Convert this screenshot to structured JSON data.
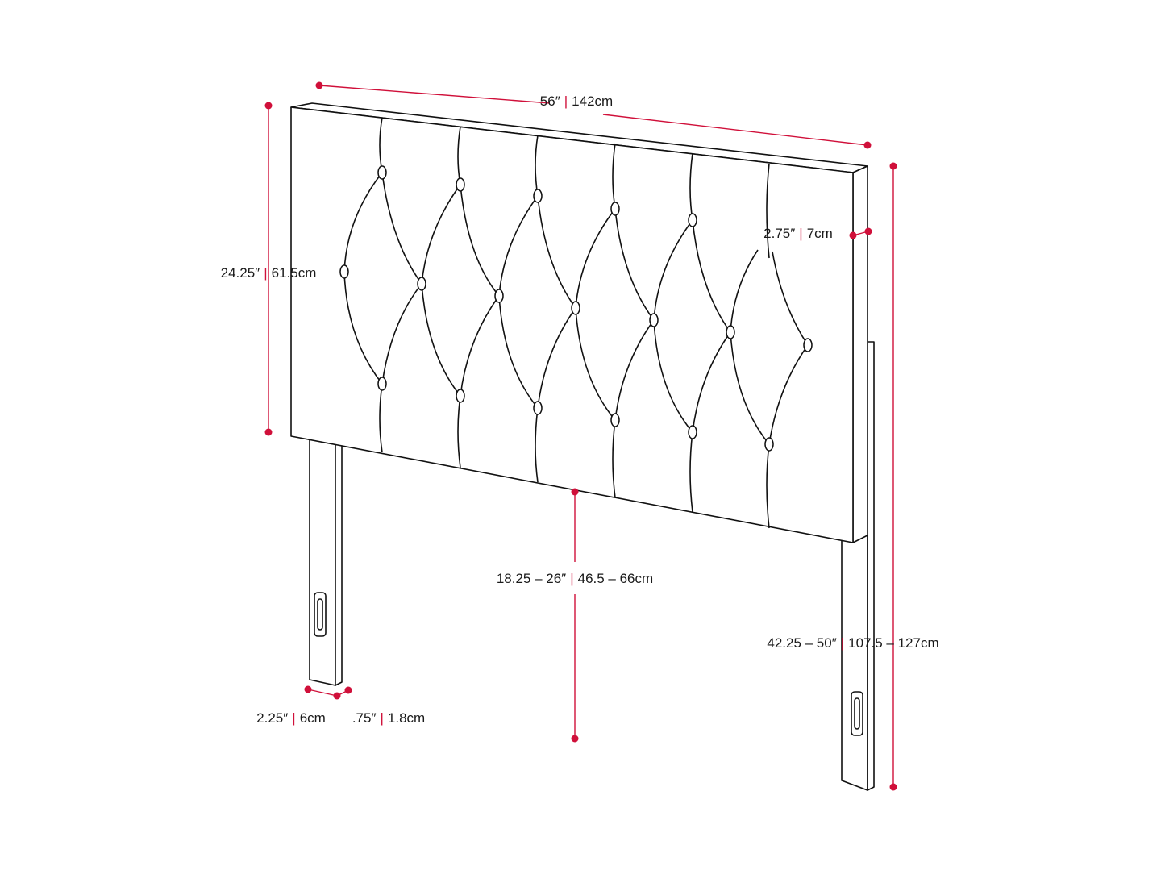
{
  "colors": {
    "dimension": "#d0103a",
    "outline": "#111111",
    "background": "#ffffff"
  },
  "dimensions": {
    "width": {
      "imperial": "56″",
      "metric": "142cm"
    },
    "height": {
      "imperial": "24.25″",
      "metric": "61.5cm"
    },
    "thickness": {
      "imperial": "2.75″",
      "metric": "7cm"
    },
    "clearance": {
      "imperial": "18.25 – 26″",
      "metric": "46.5 – 66cm"
    },
    "total_height": {
      "imperial": "42.25 – 50″",
      "metric": "107.5 – 127cm"
    },
    "leg_width": {
      "imperial": "2.25″",
      "metric": "6cm"
    },
    "leg_depth": {
      "imperial": ".75″",
      "metric": "1.8cm"
    }
  }
}
